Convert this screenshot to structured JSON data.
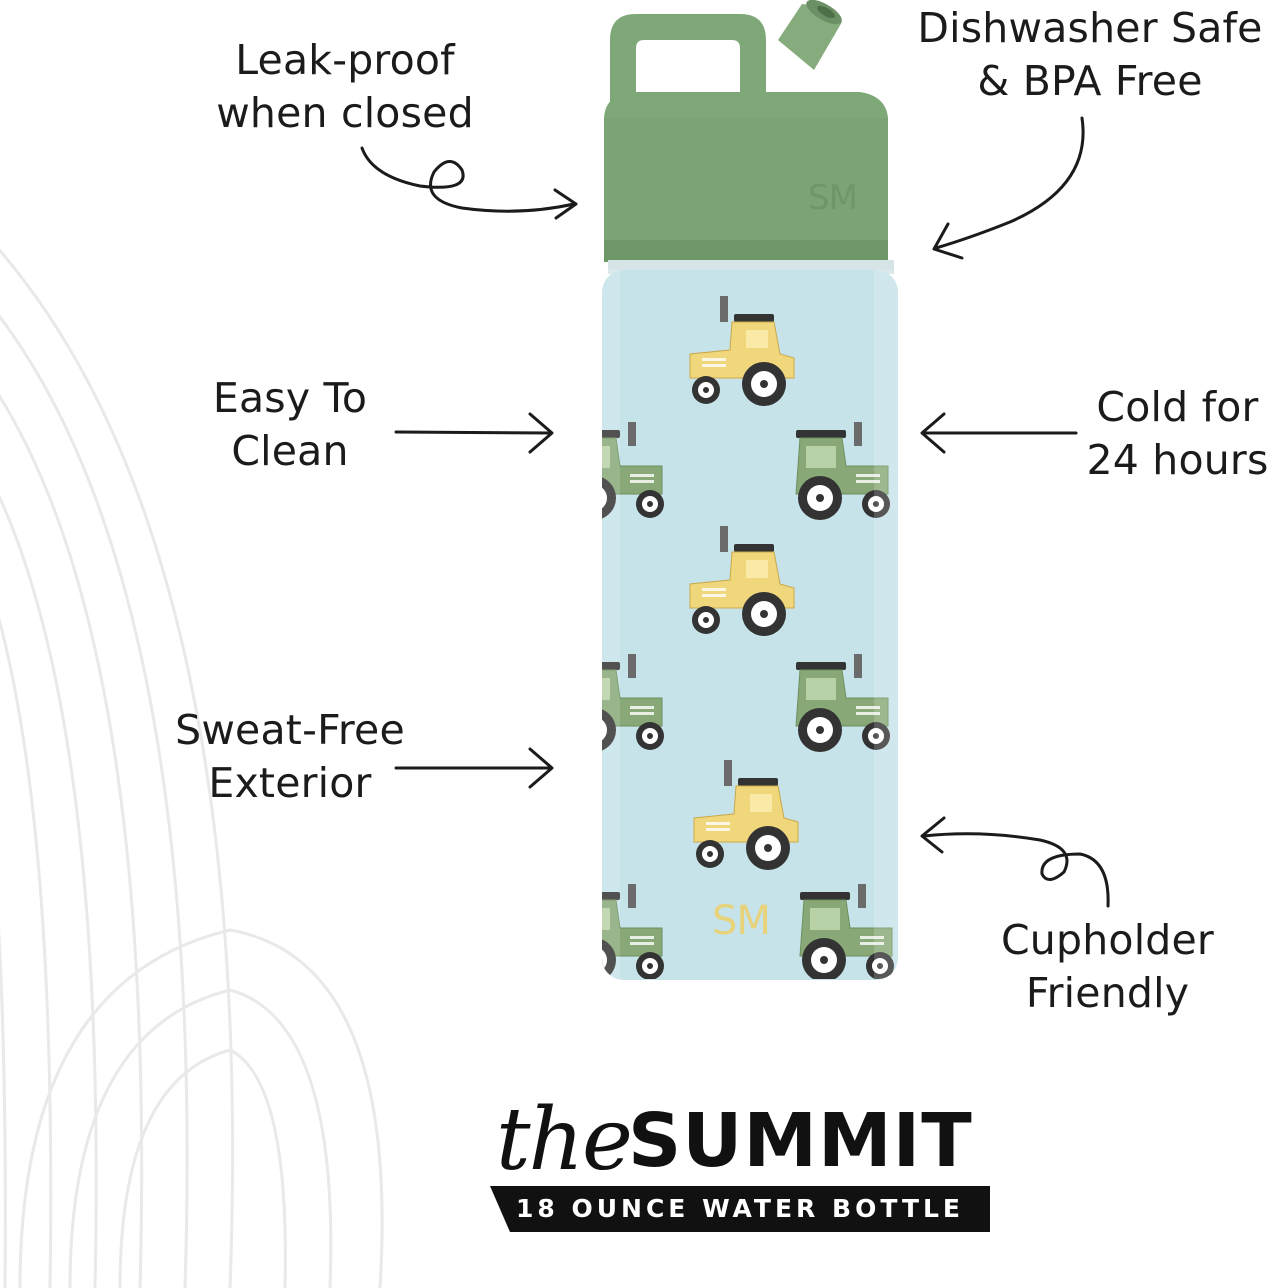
{
  "features": {
    "leak_proof": [
      "Leak-proof",
      "when closed"
    ],
    "dishwasher": [
      "Dishwasher Safe",
      "& BPA Free"
    ],
    "easy_clean": [
      "Easy To",
      "Clean"
    ],
    "cold": [
      "Cold for",
      "24 hours"
    ],
    "sweat_free": [
      "Sweat-Free",
      "Exterior"
    ],
    "cupholder": [
      "Cupholder",
      "Friendly"
    ]
  },
  "brand": {
    "prefix": "the",
    "name": "SUMMIT",
    "subtitle": "18 OUNCE WATER BOTTLE"
  },
  "bottle": {
    "logo_lid": "SM",
    "logo_body": "SM",
    "pattern": "tractor-pattern"
  },
  "colors": {
    "lid_green": "#7ea877",
    "bottle_blue": "#c6e3ea",
    "tractor_yellow": "#f1d77c",
    "tractor_green": "#88a977",
    "text": "#1b1b1b"
  }
}
